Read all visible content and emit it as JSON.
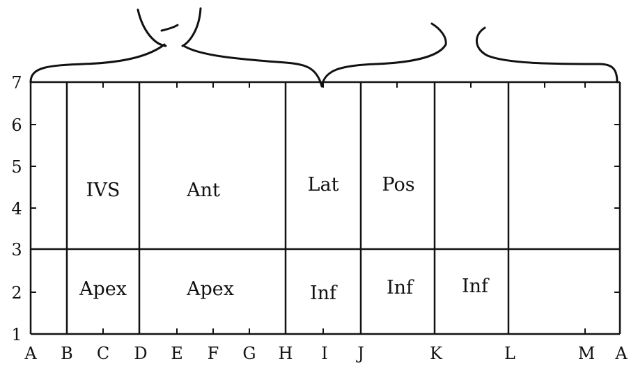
{
  "y_axis": {
    "ticks": [
      "1",
      "2",
      "3",
      "4",
      "5",
      "6",
      "7"
    ]
  },
  "x_axis": {
    "ticks": [
      "A",
      "B",
      "C",
      "D",
      "E",
      "F",
      "G",
      "H",
      "I",
      "J",
      "K",
      "L",
      "M",
      "A"
    ]
  },
  "regions": {
    "upper": [
      {
        "id": "ivs",
        "label": "IVS"
      },
      {
        "id": "ant",
        "label": "Ant"
      },
      {
        "id": "lat",
        "label": "Lat"
      },
      {
        "id": "pos",
        "label": "Pos"
      }
    ],
    "lower": [
      {
        "id": "apex-1",
        "label": "Apex"
      },
      {
        "id": "apex-2",
        "label": "Apex"
      },
      {
        "id": "inf-1",
        "label": "Inf"
      },
      {
        "id": "inf-2",
        "label": "Inf"
      },
      {
        "id": "inf-3",
        "label": "Inf"
      }
    ]
  },
  "colors": {
    "line": "#111111",
    "background": "#ffffff"
  }
}
